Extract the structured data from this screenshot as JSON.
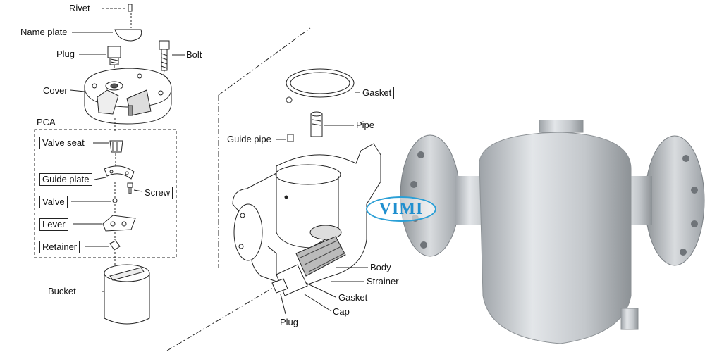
{
  "labels": {
    "rivet": "Rivet",
    "name_plate": "Name plate",
    "plug_top": "Plug",
    "bolt": "Bolt",
    "cover": "Cover",
    "pca": "PCA",
    "valve_seat": "Valve seat",
    "guide_plate": "Guide plate",
    "screw": "Screw",
    "valve": "Valve",
    "lever": "Lever",
    "retainer": "Retainer",
    "bucket": "Bucket",
    "gasket_top": "Gasket",
    "pipe": "Pipe",
    "guide_pipe": "Guide pipe",
    "body": "Body",
    "strainer": "Strainer",
    "gasket_bottom": "Gasket",
    "cap": "Cap",
    "plug_bottom": "Plug"
  },
  "watermark": "VIMI",
  "colors": {
    "line": "#222222",
    "watermark": "#2a9fd6",
    "metal_light": "#d9dcdf",
    "metal_dark": "#8d9296"
  }
}
